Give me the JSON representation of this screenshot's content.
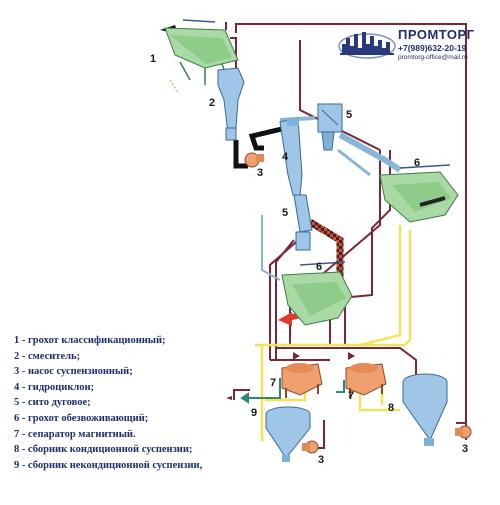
{
  "company": {
    "name": "ПРОМТОРГ",
    "phone": "+7(989)632-20-19",
    "email": "promtorg-office@mail.ru"
  },
  "callouts": [
    "1",
    "2",
    "3",
    "4",
    "5",
    "5",
    "6",
    "6",
    "7",
    "7",
    "8",
    "9",
    "3",
    "3"
  ],
  "legend": [
    "1 - грохот классификационный;",
    "2 - смеситель;",
    "3 - насос суспензионный;",
    "4 - гидроциклон;",
    "5 - сито дуговое;",
    "6 - грохот обезвоживающий;",
    "7 - сепаратор магнитный.",
    "8 - сборник кондиционной суспензии;",
    "9 -  сборник некондиционной суспензии,"
  ],
  "colors": {
    "equipment_green": "#a9d9a4",
    "equipment_blue": "#9fc6e6",
    "separator_orange": "#f0a070",
    "pipe_maroon": "#7a2634",
    "pipe_yellow": "#f2e45a",
    "pipe_blue": "#8ab4d8",
    "pipe_black": "#111111",
    "arrow_red": "#e23a2c",
    "text_navy": "#1f2d6e"
  }
}
